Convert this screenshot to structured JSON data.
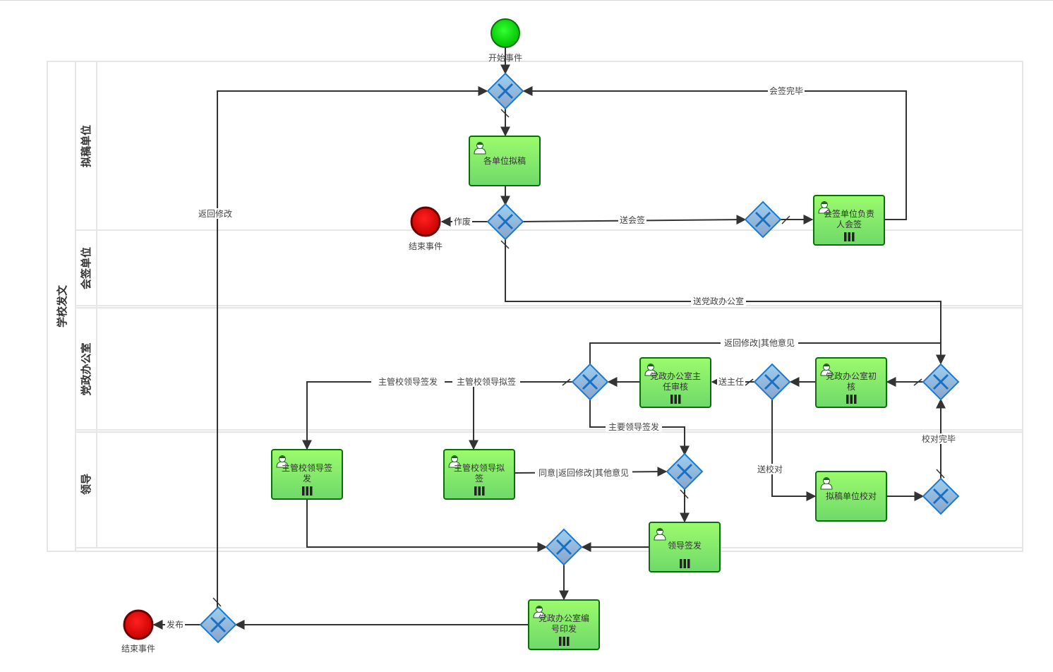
{
  "pool": {
    "label": "学校发文"
  },
  "lanes": [
    {
      "id": "drafting",
      "label": "拟稿单位"
    },
    {
      "id": "countersign",
      "label": "会签单位"
    },
    {
      "id": "office",
      "label": "党政办公室"
    },
    {
      "id": "leader",
      "label": "领导"
    }
  ],
  "colors": {
    "task_fill_top": "#9cfb6c",
    "task_fill_bottom": "#6fd96a",
    "task_border": "#0a6e0a",
    "gateway_fill_top": "#9ccfee",
    "gateway_fill_bottom": "#8aa4cc",
    "gateway_border": "#1c7ad0",
    "start_fill": "#00d400",
    "end_fill": "#e00000",
    "flow_color": "#333333",
    "lane_border": "#e6e6e6"
  },
  "events": [
    {
      "id": "start",
      "type": "start",
      "label": "开始事件"
    },
    {
      "id": "end1",
      "type": "end",
      "label": "结束事件"
    },
    {
      "id": "end2",
      "type": "end",
      "label": "结束事件"
    }
  ],
  "tasks": [
    {
      "id": "t_draft",
      "lines": [
        "各单位拟稿"
      ],
      "multi_instance": false,
      "icon": "user-task-icon"
    },
    {
      "id": "t_countersign",
      "lines": [
        "会签单位负责",
        "人会签"
      ],
      "multi_instance": true,
      "icon": "user-task-icon"
    },
    {
      "id": "t_office_initial",
      "lines": [
        "党政办公室初",
        "核"
      ],
      "multi_instance": true,
      "icon": "user-task-icon"
    },
    {
      "id": "t_office_director",
      "lines": [
        "党政办公室主",
        "任审核"
      ],
      "multi_instance": true,
      "icon": "user-task-icon"
    },
    {
      "id": "t_proofread",
      "lines": [
        "拟稿单位校对"
      ],
      "multi_instance": false,
      "icon": "user-task-icon"
    },
    {
      "id": "t_leader_sign_issue",
      "lines": [
        "主管校领导签",
        "发"
      ],
      "multi_instance": true,
      "icon": "user-task-icon"
    },
    {
      "id": "t_leader_draft_sign",
      "lines": [
        "主管校领导拟",
        "签"
      ],
      "multi_instance": true,
      "icon": "user-task-icon"
    },
    {
      "id": "t_leader_issue",
      "lines": [
        "领导签发"
      ],
      "multi_instance": true,
      "icon": "user-task-icon"
    },
    {
      "id": "t_office_number",
      "lines": [
        "党政办公室编",
        "号印发"
      ],
      "multi_instance": true,
      "icon": "user-task-icon"
    }
  ],
  "gateways": [
    {
      "id": "g_top",
      "type": "exclusive"
    },
    {
      "id": "g_after_draft",
      "type": "exclusive"
    },
    {
      "id": "g_countersign",
      "type": "exclusive"
    },
    {
      "id": "g_office_in",
      "type": "exclusive"
    },
    {
      "id": "g_after_initial",
      "type": "exclusive"
    },
    {
      "id": "g_after_director",
      "type": "exclusive"
    },
    {
      "id": "g_proof",
      "type": "exclusive"
    },
    {
      "id": "g_leader_opinion",
      "type": "exclusive"
    },
    {
      "id": "g_merge",
      "type": "exclusive"
    },
    {
      "id": "g_publish",
      "type": "exclusive"
    }
  ],
  "flows": [
    {
      "id": "f_start_top",
      "label": ""
    },
    {
      "id": "f_top_draft",
      "label": ""
    },
    {
      "id": "f_draft_g",
      "label": ""
    },
    {
      "id": "f_abolish",
      "label": "作废"
    },
    {
      "id": "f_to_countersign",
      "label": "送会签"
    },
    {
      "id": "f_g_countersign_task",
      "label": ""
    },
    {
      "id": "f_countersign_done",
      "label": "会签完毕"
    },
    {
      "id": "f_to_office",
      "label": "送党政办公室"
    },
    {
      "id": "f_office_in_initial",
      "label": ""
    },
    {
      "id": "f_initial_g",
      "label": ""
    },
    {
      "id": "f_to_director",
      "label": "送主任"
    },
    {
      "id": "f_to_proof",
      "label": "送校对"
    },
    {
      "id": "f_director_g",
      "label": ""
    },
    {
      "id": "f_return_other",
      "label": "返回修改|其他意见"
    },
    {
      "id": "f_main_leader_issue",
      "label": "主要领导签发"
    },
    {
      "id": "f_leader_draft_sign",
      "label": "主管校领导拟签"
    },
    {
      "id": "f_leader_sign_issue",
      "label": "主管校领导签发"
    },
    {
      "id": "f_agree_return",
      "label": "同意|返回修改|其他意见"
    },
    {
      "id": "f_opinion_issue",
      "label": ""
    },
    {
      "id": "f_proof_g",
      "label": ""
    },
    {
      "id": "f_proof_done",
      "label": "校对完毕"
    },
    {
      "id": "f_sign_issue_merge",
      "label": ""
    },
    {
      "id": "f_issue_merge",
      "label": ""
    },
    {
      "id": "f_merge_number",
      "label": ""
    },
    {
      "id": "f_number_publish",
      "label": ""
    },
    {
      "id": "f_publish",
      "label": "发布"
    },
    {
      "id": "f_return_modify",
      "label": "返回修改"
    }
  ]
}
